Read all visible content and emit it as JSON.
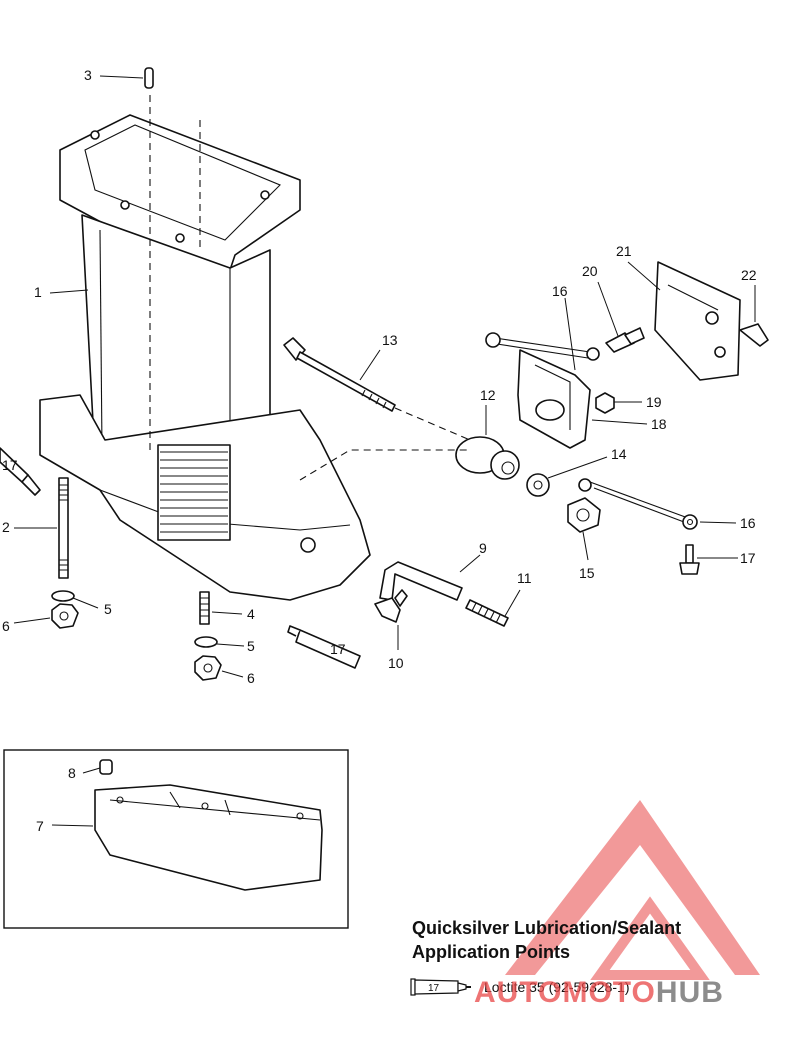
{
  "callouts": [
    {
      "id": "c1",
      "label": "1"
    },
    {
      "id": "c2",
      "label": "2"
    },
    {
      "id": "c3",
      "label": "3"
    },
    {
      "id": "c4",
      "label": "4"
    },
    {
      "id": "c5a",
      "label": "5"
    },
    {
      "id": "c5b",
      "label": "5"
    },
    {
      "id": "c6a",
      "label": "6"
    },
    {
      "id": "c6b",
      "label": "6"
    },
    {
      "id": "c7",
      "label": "7"
    },
    {
      "id": "c8",
      "label": "8"
    },
    {
      "id": "c9",
      "label": "9"
    },
    {
      "id": "c10",
      "label": "10"
    },
    {
      "id": "c11",
      "label": "11"
    },
    {
      "id": "c12",
      "label": "12"
    },
    {
      "id": "c13",
      "label": "13"
    },
    {
      "id": "c14",
      "label": "14"
    },
    {
      "id": "c15",
      "label": "15"
    },
    {
      "id": "c16a",
      "label": "16"
    },
    {
      "id": "c16b",
      "label": "16"
    },
    {
      "id": "c17a",
      "label": "17"
    },
    {
      "id": "c18",
      "label": "18"
    },
    {
      "id": "c19",
      "label": "19"
    },
    {
      "id": "c20",
      "label": "20"
    },
    {
      "id": "c21",
      "label": "21"
    },
    {
      "id": "c22",
      "label": "22"
    }
  ],
  "tube_labels": {
    "left": "17",
    "center": "17",
    "legend": "17"
  },
  "legend": {
    "title_line1": "Quicksilver Lubrication/Sealant",
    "title_line2": "Application Points",
    "item_text": "Loctite 35 (92-59328-1)"
  },
  "watermark": {
    "part_a": "AUTOMOTO",
    "part_b": "HUB",
    "color_red": "#e84646",
    "color_gray": "#7a7a7a"
  }
}
